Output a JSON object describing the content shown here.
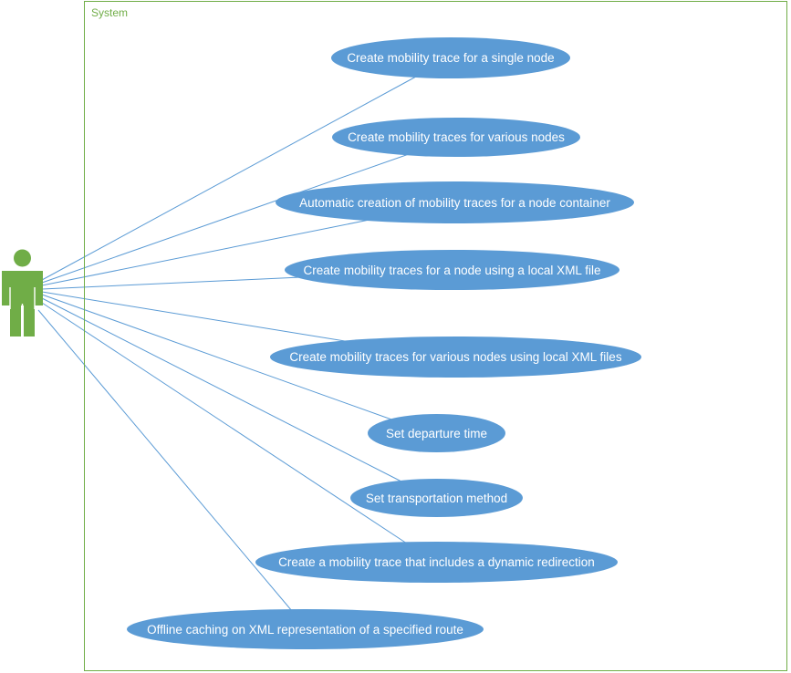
{
  "system": {
    "label": "System",
    "border_color": "#70ad47"
  },
  "actor": {
    "icon": "actor-figure-icon",
    "color": "#70ad47"
  },
  "use_cases": [
    {
      "label": "Create mobility trace for a single node"
    },
    {
      "label": "Create mobility traces for various nodes"
    },
    {
      "label": "Automatic creation of mobility traces for a node container"
    },
    {
      "label": "Create mobility traces for a node using a local XML file"
    },
    {
      "label": "Create mobility traces for various nodes using local XML files"
    },
    {
      "label": "Set departure time"
    },
    {
      "label": "Set transportation method"
    },
    {
      "label": "Create a mobility trace that includes a dynamic redirection"
    },
    {
      "label": "Offline caching on XML representation of a specified route"
    }
  ],
  "colors": {
    "use_case_fill": "#5b9bd5",
    "association_line": "#5b9bd5"
  }
}
